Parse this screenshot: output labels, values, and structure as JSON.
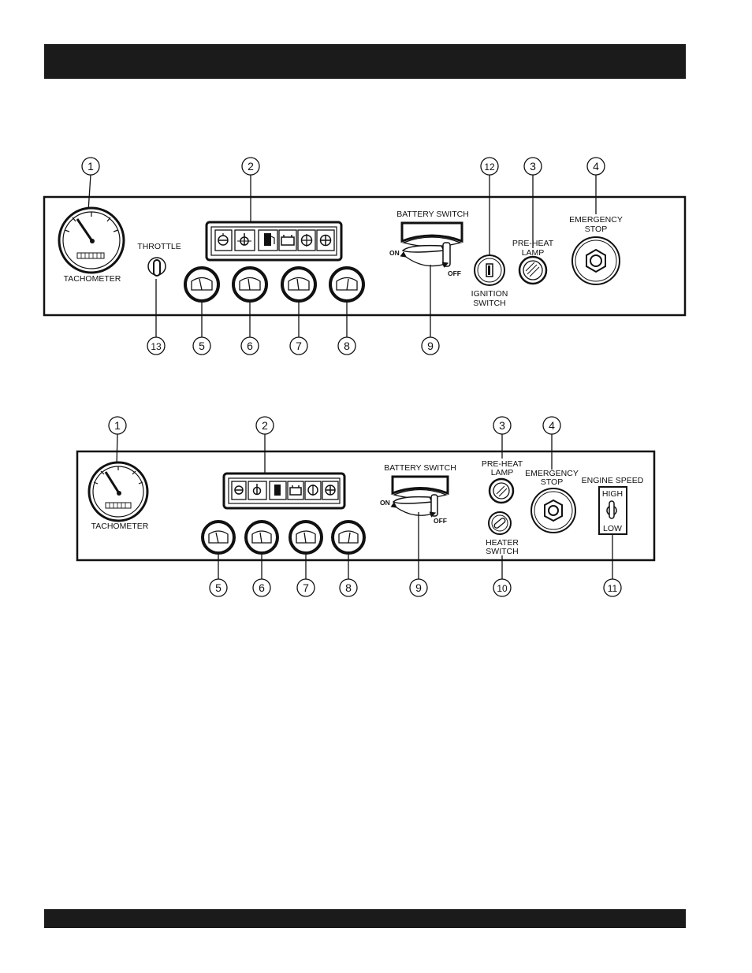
{
  "panel1": {
    "callouts": [
      "1",
      "2",
      "3",
      "4",
      "5",
      "6",
      "7",
      "8",
      "9",
      "12",
      "13"
    ],
    "labels": {
      "tachometer": "TACHOMETER",
      "throttle": "THROTTLE",
      "battery_switch": "BATTERY SWITCH",
      "on": "ON",
      "off": "OFF",
      "ignition_1": "IGNITION",
      "ignition_2": "SWITCH",
      "preheat_1": "PRE-HEAT",
      "preheat_2": "LAMP",
      "emergency_1": "EMERGENCY",
      "emergency_2": "STOP"
    }
  },
  "panel2": {
    "callouts": [
      "1",
      "2",
      "3",
      "4",
      "5",
      "6",
      "7",
      "8",
      "9",
      "10",
      "11"
    ],
    "labels": {
      "tachometer": "TACHOMETER",
      "battery_switch": "BATTERY SWITCH",
      "on": "ON",
      "off": "OFF",
      "preheat_1": "PRE-HEAT",
      "preheat_2": "LAMP",
      "emergency_1": "EMERGENCY",
      "emergency_2": "STOP",
      "heater_1": "HEATER",
      "heater_2": "SWITCH",
      "engine_speed": "ENGINE SPEED",
      "high": "HIGH",
      "low": "LOW"
    }
  },
  "colors": {
    "ink": "#111111",
    "bar": "#1b1b1b",
    "paper": "#ffffff"
  }
}
